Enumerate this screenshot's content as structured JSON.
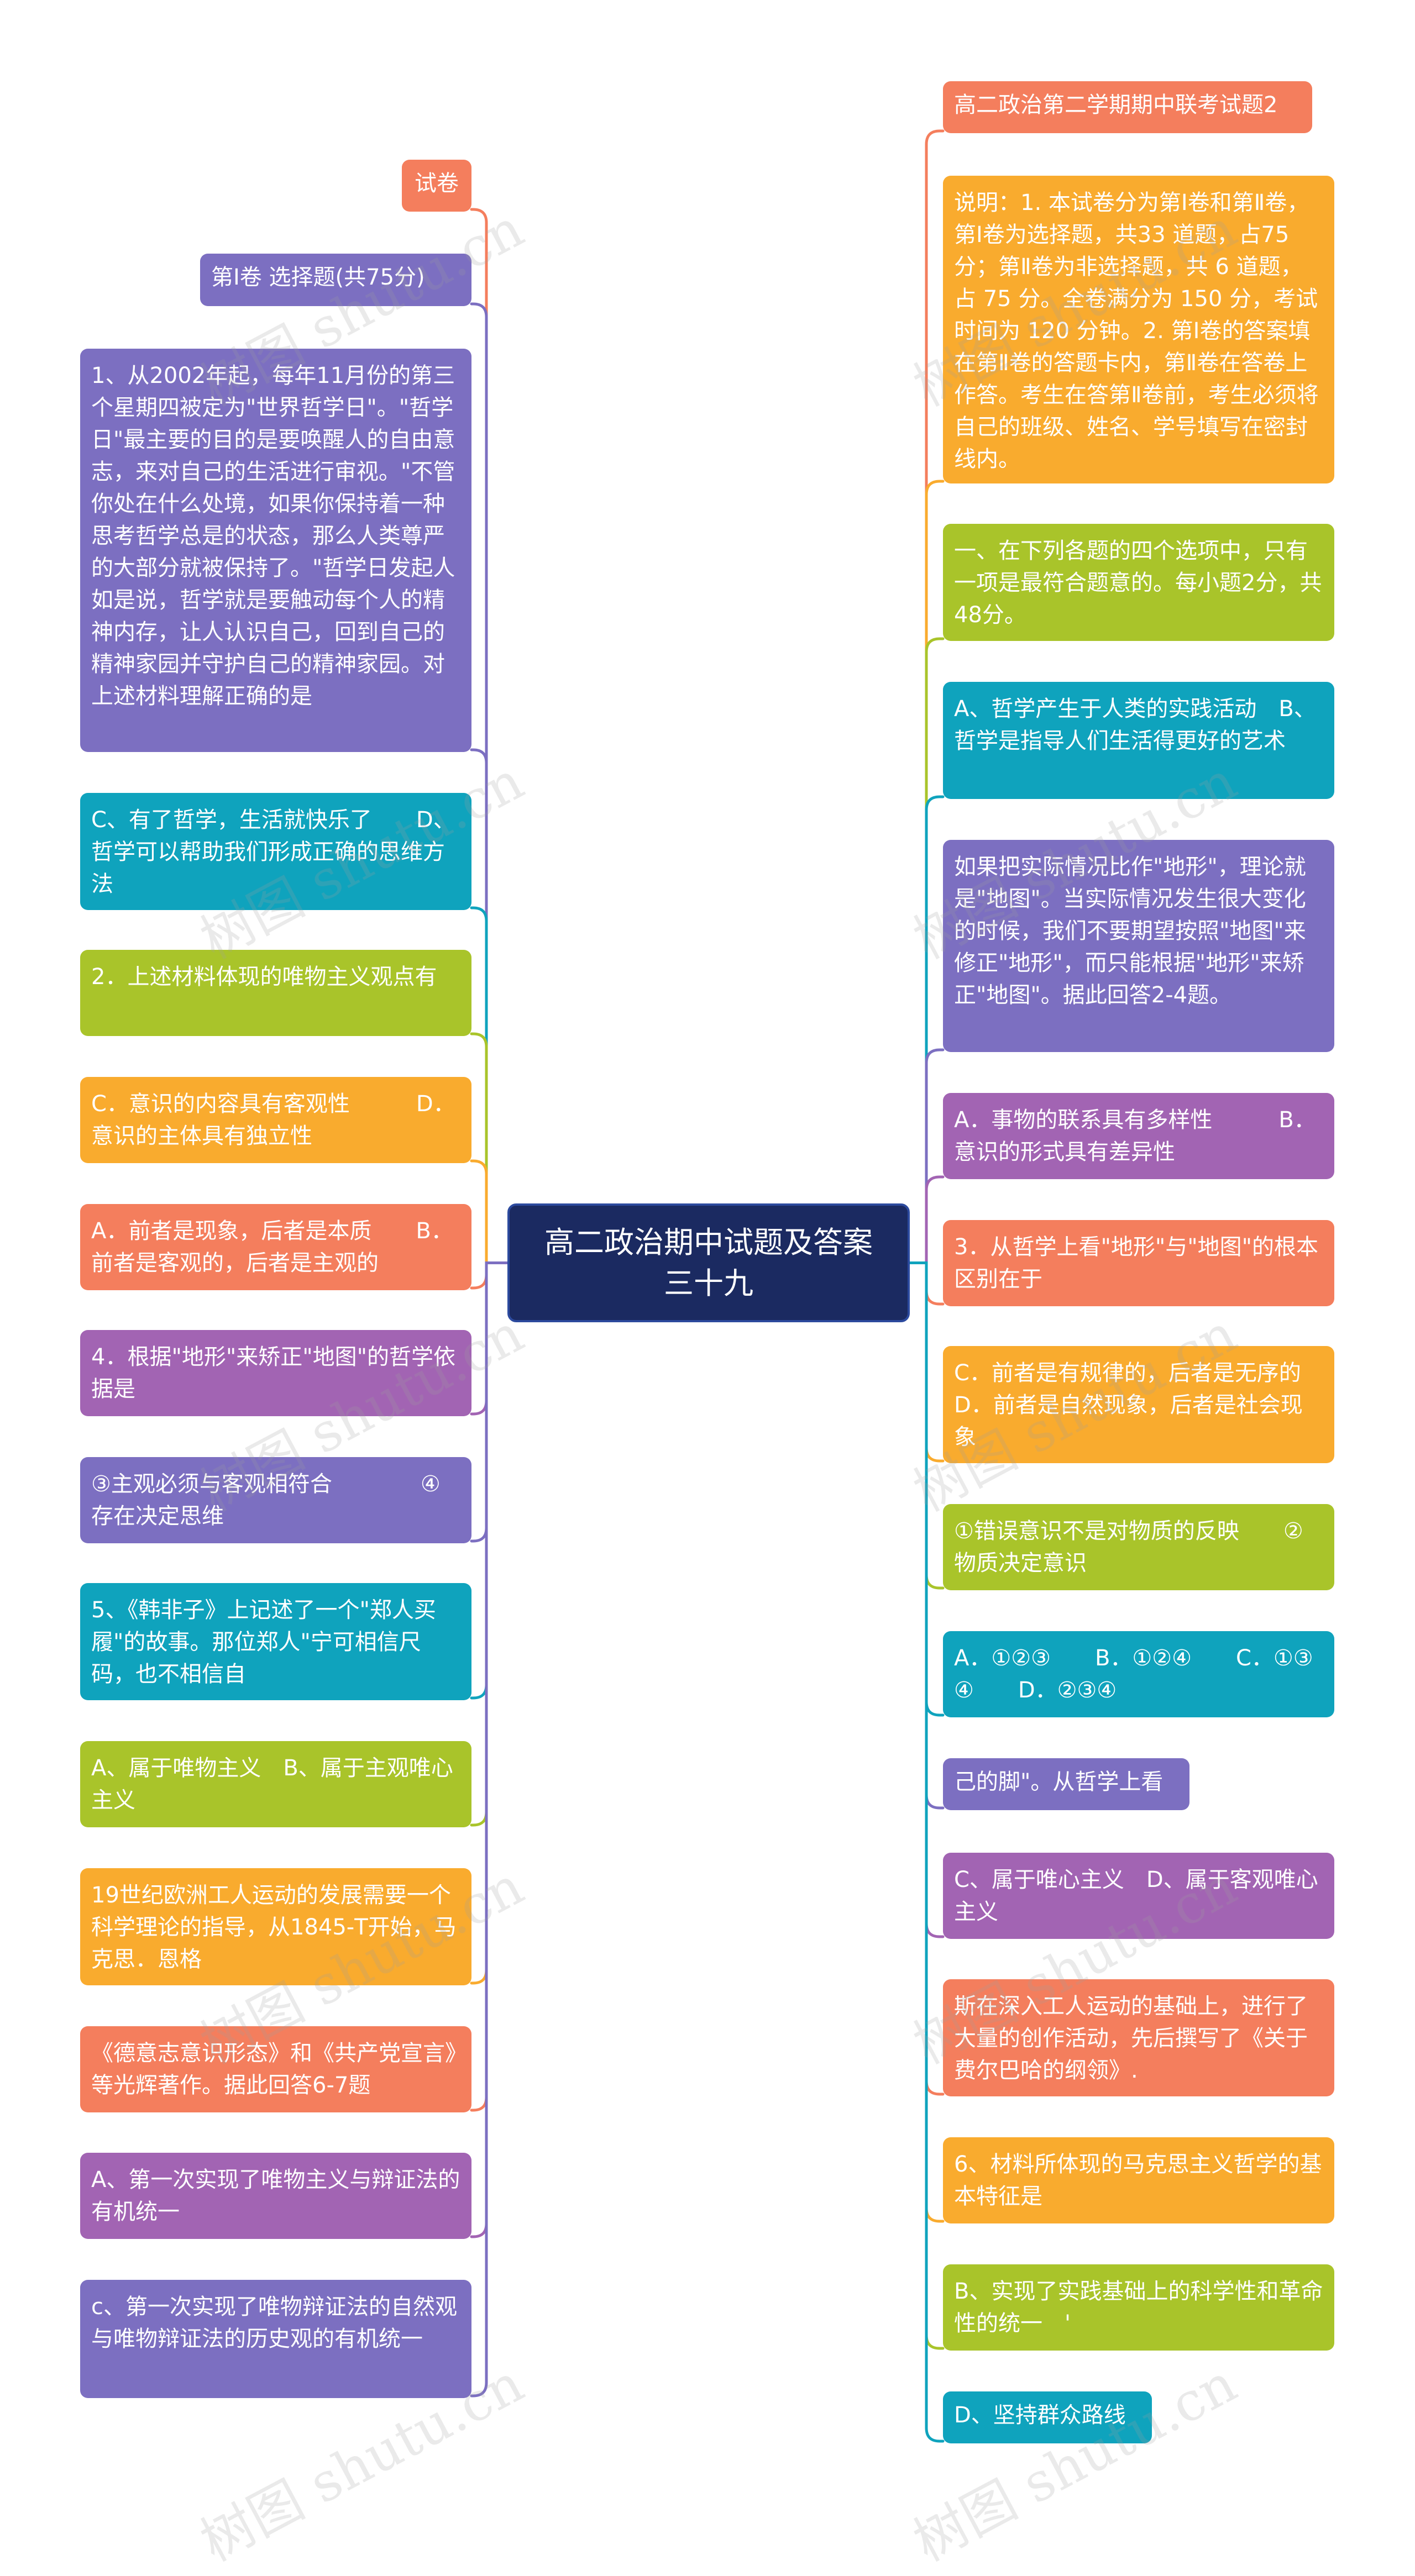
{
  "root": {
    "label": "高二政治期中试题及答案三十九"
  },
  "colors": {
    "orange_red": "#f47e5d",
    "purple": "#7c6fc1",
    "teal": "#0fa3bd",
    "lime": "#a9c42a",
    "amber": "#f9ab2e",
    "violet": "#a264b3",
    "root": "#1b2a61"
  },
  "left_nodes": [
    {
      "text": "试卷",
      "color": "#f47e5d"
    },
    {
      "text": "第Ⅰ卷  选择题(共75分)",
      "color": "#7c6fc1"
    },
    {
      "text": "1、从2002年起，每年11月份的第三个星期四被定为\"世界哲学日\"。\"哲学日\"最主要的目的是要唤醒人的自由意志，来对自己的生活进行审视。\"不管你处在什么处境，如果你保持着一种思考哲学总是的状态，那么人类尊严的大部分就被保持了。\"哲学日发起人如是说，哲学就是要触动每个人的精神内存，让人认识自己，回到自己的精神家园并守护自己的精神家园。对上述材料理解正确的是",
      "color": "#7c6fc1"
    },
    {
      "text": "C、有了哲学，生活就快乐了　　D、哲学可以帮助我们形成正确的思维方法",
      "color": "#0fa3bd"
    },
    {
      "text": "2．上述材料体现的唯物主义观点有",
      "color": "#a9c42a"
    },
    {
      "text": "C．意识的内容具有客观性　　　D．意识的主体具有独立性",
      "color": "#f9ab2e"
    },
    {
      "text": "A．前者是现象，后者是本质　　B．前者是客观的，后者是主观的",
      "color": "#f47e5d"
    },
    {
      "text": "4．根据\"地形\"来矫正\"地图\"的哲学依据是",
      "color": "#a264b3"
    },
    {
      "text": "③主观必须与客观相符合　　　　④存在决定思维",
      "color": "#7c6fc1"
    },
    {
      "text": "5、《韩非子》上记述了一个\"郑人买履\"的故事。那位郑人\"宁可相信尺码，也不相信自",
      "color": "#0fa3bd"
    },
    {
      "text": "A、属于唯物主义　B、属于主观唯心主义",
      "color": "#a9c42a"
    },
    {
      "text": "19世纪欧洲工人运动的发展需要一个科学理论的指导，从1845-T开始，马克思．恩格",
      "color": "#f9ab2e"
    },
    {
      "text": "《德意志意识形态》和《共产党宣言》等光辉著作。据此回答6-7题",
      "color": "#f47e5d"
    },
    {
      "text": "A、第一次实现了唯物主义与辩证法的有机统一",
      "color": "#a264b3"
    },
    {
      "text": "c、第一次实现了唯物辩证法的自然观与唯物辩证法的历史观的有机统一",
      "color": "#7c6fc1"
    }
  ],
  "right_nodes": [
    {
      "text": "高二政治第二学期期中联考试题2",
      "color": "#f47e5d"
    },
    {
      "text": "说明：1. 本试卷分为第Ⅰ卷和第Ⅱ卷，第Ⅰ卷为选择题，共33 道题，占75 分；第Ⅱ卷为非选择题，共 6 道题，占 75 分。全卷满分为 150 分，考试时间为 120 分钟。2. 第Ⅰ卷的答案填在第Ⅱ卷的答题卡内，第Ⅱ卷在答卷上作答。考生在答第Ⅱ卷前，考生必须将自己的班级、姓名、学号填写在密封线内。",
      "color": "#f9ab2e"
    },
    {
      "text": "一、在下列各题的四个选项中，只有一项是最符合题意的。每小题2分，共48分。",
      "color": "#a9c42a"
    },
    {
      "text": "A、哲学产生于人类的实践活动　B、哲学是指导人们生活得更好的艺术",
      "color": "#0fa3bd"
    },
    {
      "text": "如果把实际情况比作\"地形\"，理论就是\"地图\"。当实际情况发生很大变化的时候，我们不要期望按照\"地图\"来修正\"地形\"，而只能根据\"地形\"来矫正\"地图\"。据此回答2-4题。",
      "color": "#7c6fc1"
    },
    {
      "text": "A．事物的联系具有多样性　　　B．意识的形式具有差异性",
      "color": "#a264b3"
    },
    {
      "text": "3．从哲学上看\"地形\"与\"地图\"的根本区别在于",
      "color": "#f47e5d"
    },
    {
      "text": "C．前者是有规律的，后者是无序的　D．前者是自然现象，后者是社会现象",
      "color": "#f9ab2e"
    },
    {
      "text": "①错误意识不是对物质的反映　　②物质决定意识",
      "color": "#a9c42a"
    },
    {
      "text": "A．①②③　　B．①②④　　C．①③④　　D．②③④",
      "color": "#0fa3bd"
    },
    {
      "text": "己的脚\"。从哲学上看",
      "color": "#7c6fc1"
    },
    {
      "text": "C、属于唯心主义　D、属于客观唯心主义",
      "color": "#a264b3"
    },
    {
      "text": "斯在深入工人运动的基础上，进行了大量的创作活动，先后撰写了《关于费尔巴哈的纲领》.",
      "color": "#f47e5d"
    },
    {
      "text": "6、材料所体现的马克思主义哲学的基本特征是",
      "color": "#f9ab2e"
    },
    {
      "text": "B、实现了实践基础上的科学性和革命性的统一　'",
      "color": "#a9c42a"
    },
    {
      "text": "D、坚持群众路线",
      "color": "#0fa3bd"
    }
  ],
  "watermark": "树图 shutu.cn"
}
